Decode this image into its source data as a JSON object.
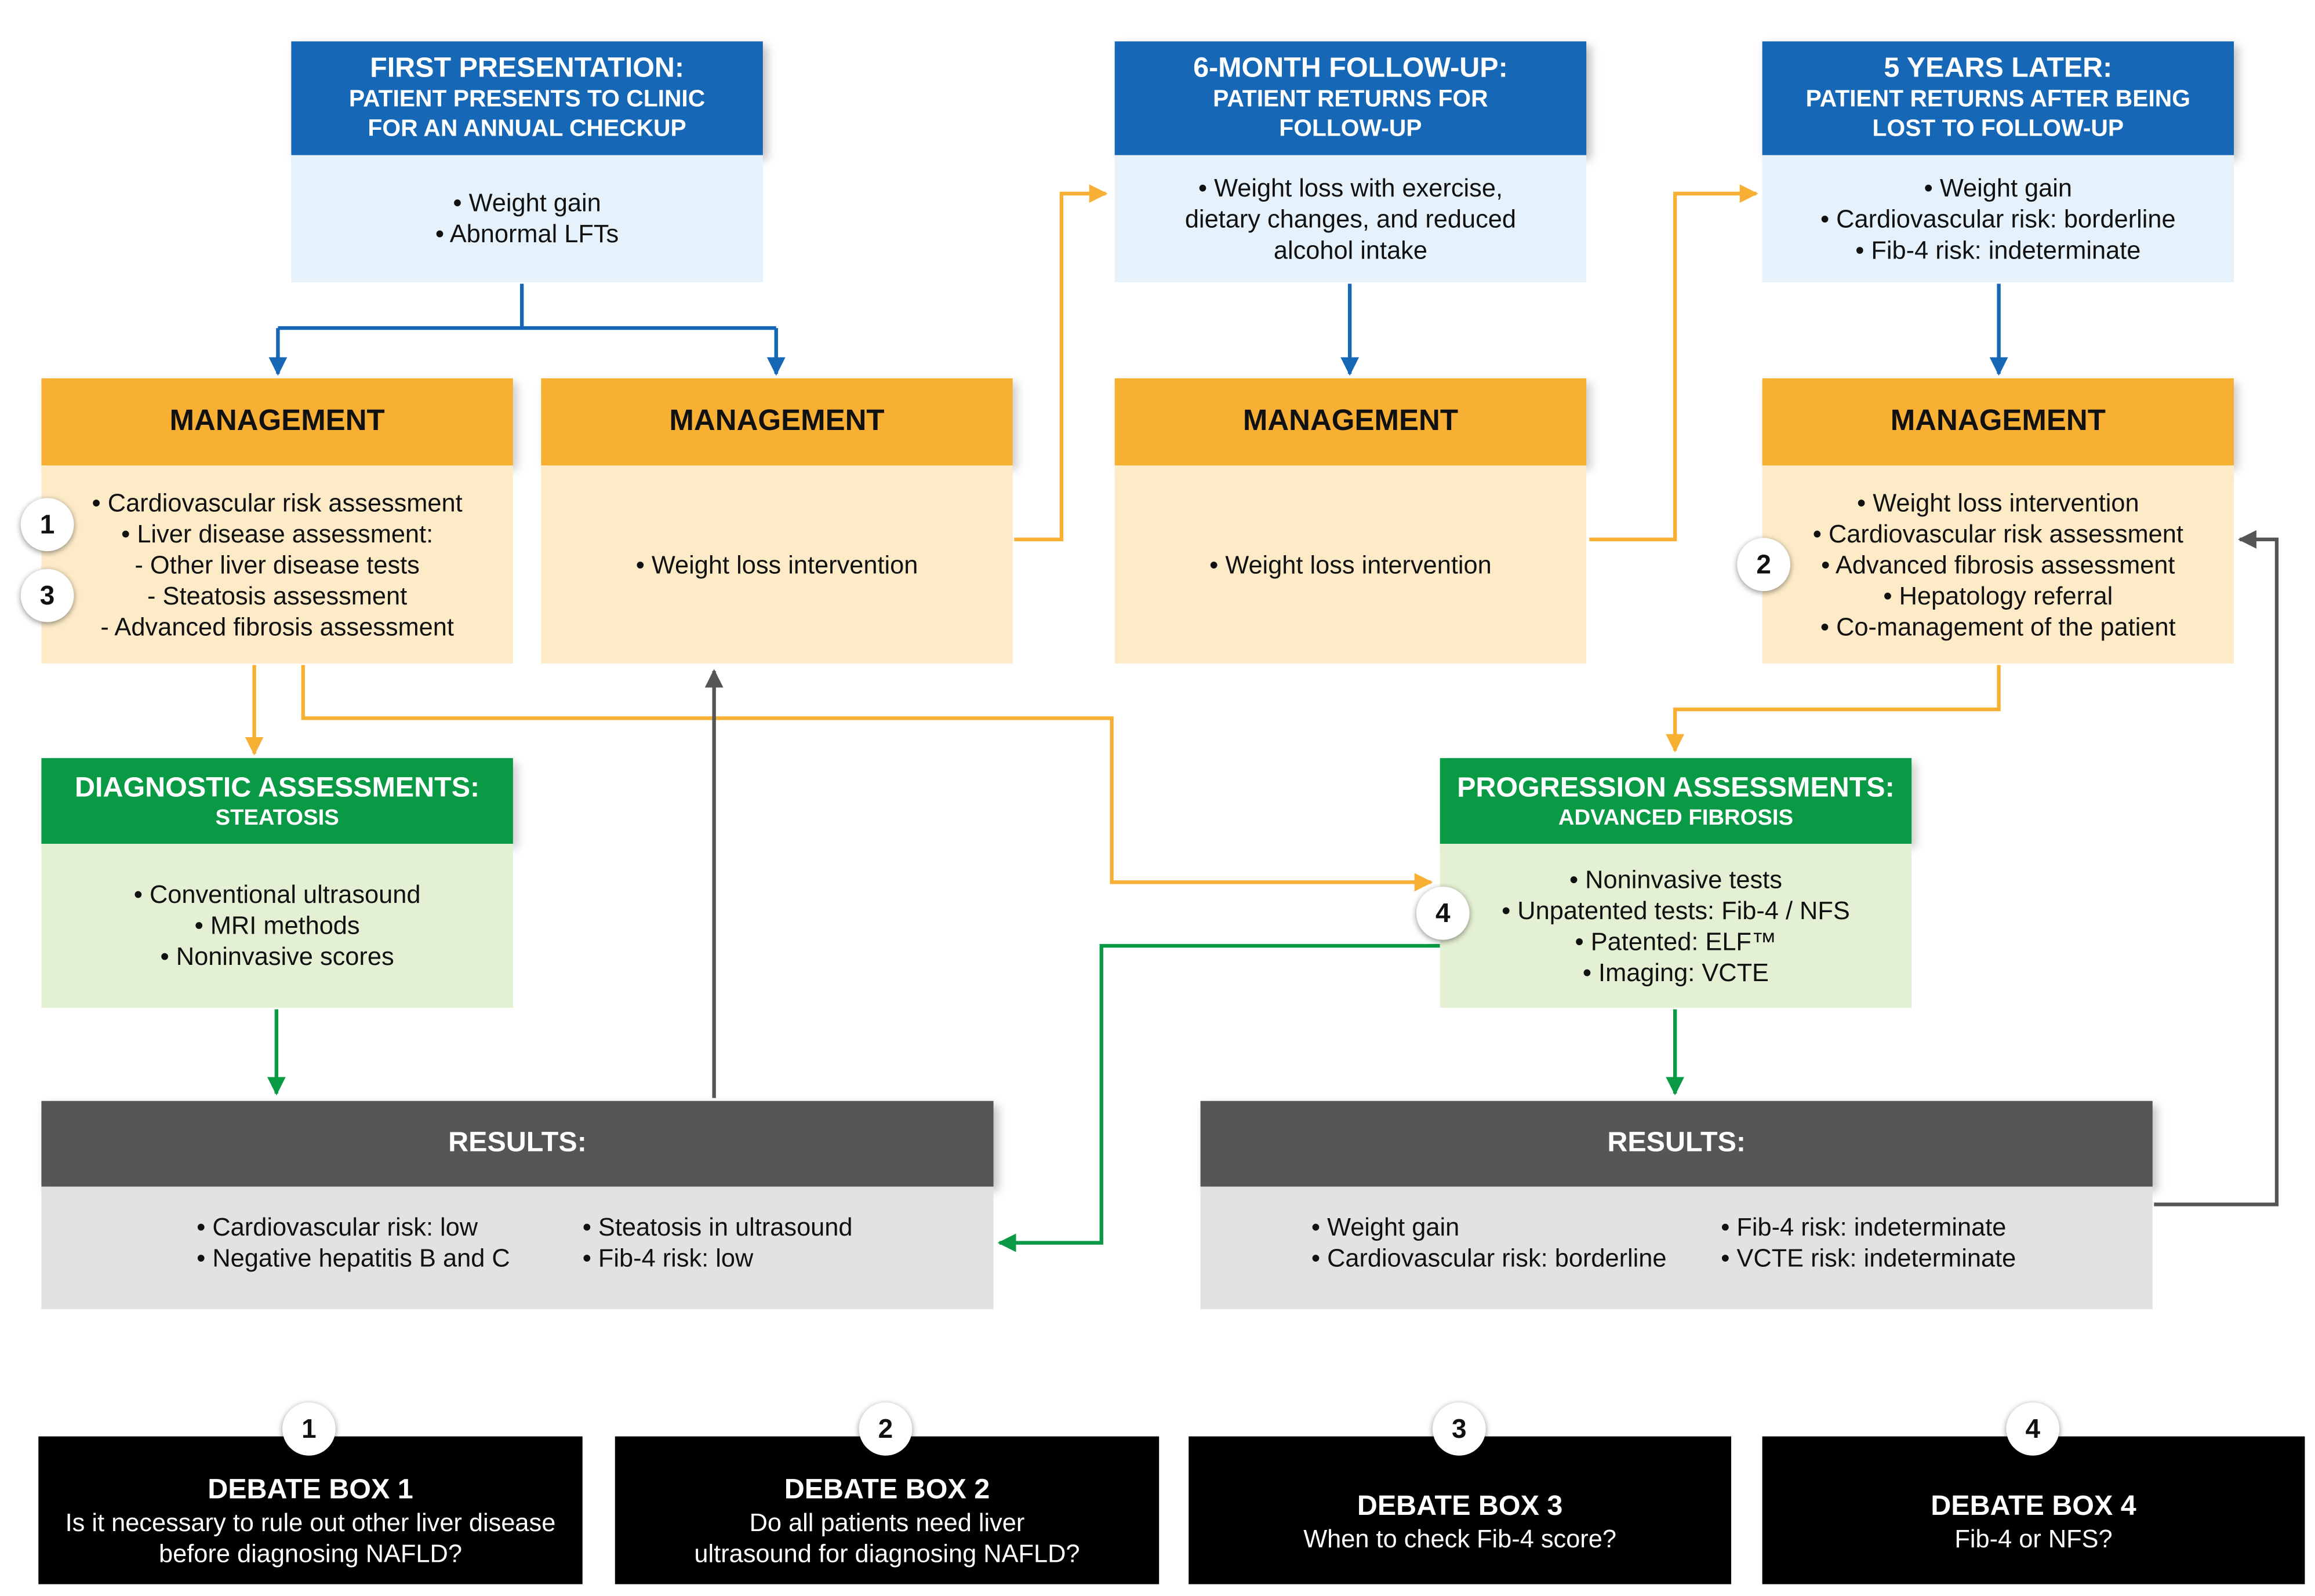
{
  "colors": {
    "blue_header": "#1667b6",
    "blue_body": "#e6f2fb",
    "orange_header": "#f7b034",
    "orange_body": "#fdebc8",
    "green_header": "#0a9a45",
    "green_body": "#e4f0d3",
    "gray_header": "#565656",
    "gray_body": "#e2e2e2",
    "arrow_blue": "#1667b6",
    "arrow_orange": "#f7b034",
    "arrow_green": "#0a9a45",
    "arrow_gray": "#555555",
    "debate_bg": "#000000"
  },
  "first_presentation": {
    "title": "FIRST PRESENTATION:",
    "subtitle": [
      "PATIENT PRESENTS TO CLINIC",
      "FOR AN ANNUAL CHECKUP"
    ],
    "items": [
      "• Weight gain",
      "• Abnormal LFTs"
    ]
  },
  "six_month": {
    "title": "6-MONTH FOLLOW-UP:",
    "subtitle": [
      "PATIENT RETURNS FOR",
      "FOLLOW-UP"
    ],
    "items": [
      "• Weight loss with exercise,",
      "dietary changes, and reduced",
      "alcohol intake"
    ]
  },
  "five_years": {
    "title": "5 YEARS LATER:",
    "subtitle": [
      "PATIENT RETURNS AFTER BEING",
      "LOST TO FOLLOW-UP"
    ],
    "items": [
      "• Weight gain",
      "• Cardiovascular risk: borderline",
      "• Fib-4 risk: indeterminate"
    ]
  },
  "management_1": {
    "title": "MANAGEMENT",
    "items": [
      "• Cardiovascular risk assessment",
      "• Liver disease assessment:",
      "- Other liver disease tests",
      "- Steatosis assessment",
      "- Advanced fibrosis assessment"
    ]
  },
  "management_2": {
    "title": "MANAGEMENT",
    "items": [
      "• Weight loss intervention"
    ]
  },
  "management_3": {
    "title": "MANAGEMENT",
    "items": [
      "• Weight loss intervention"
    ]
  },
  "management_4": {
    "title": "MANAGEMENT",
    "items": [
      "• Weight loss intervention",
      "• Cardiovascular risk assessment",
      "• Advanced fibrosis assessment",
      "• Hepatology referral",
      "• Co-management of the patient"
    ]
  },
  "diagnostic": {
    "title": "DIAGNOSTIC ASSESSMENTS:",
    "subtitle": "STEATOSIS",
    "items": [
      "• Conventional ultrasound",
      "• MRI methods",
      "• Noninvasive scores"
    ]
  },
  "progression": {
    "title": "PROGRESSION ASSESSMENTS:",
    "subtitle": "ADVANCED FIBROSIS",
    "items": [
      "• Noninvasive tests",
      "• Unpatented tests: Fib-4 / NFS",
      "• Patented: ELF™",
      "•  Imaging: VCTE"
    ]
  },
  "results_1": {
    "title": "RESULTS:",
    "left": [
      "• Cardiovascular risk: low",
      "• Negative hepatitis B and C"
    ],
    "right": [
      "• Steatosis in ultrasound",
      "• Fib-4 risk: low"
    ]
  },
  "results_2": {
    "title": "RESULTS:",
    "left": [
      "• Weight gain",
      "• Cardiovascular risk: borderline"
    ],
    "right": [
      "• Fib-4 risk: indeterminate",
      "• VCTE risk: indeterminate"
    ]
  },
  "badges": {
    "m1_a": "1",
    "m1_b": "3",
    "m4": "2",
    "prog": "4"
  },
  "debate_boxes": [
    {
      "badge": "1",
      "title": "DEBATE BOX 1",
      "lines": [
        "Is it necessary to rule out other liver disease",
        "before diagnosing NAFLD?"
      ]
    },
    {
      "badge": "2",
      "title": "DEBATE BOX 2",
      "lines": [
        "Do all patients need liver",
        "ultrasound for diagnosing NAFLD?"
      ]
    },
    {
      "badge": "3",
      "title": "DEBATE BOX 3",
      "lines": [
        "When to check Fib-4 score?"
      ]
    },
    {
      "badge": "4",
      "title": "DEBATE BOX 4",
      "lines": [
        "Fib-4 or NFS?"
      ]
    }
  ]
}
